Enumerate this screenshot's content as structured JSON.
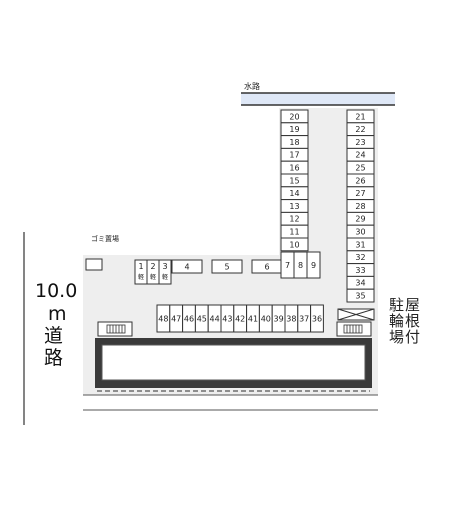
{
  "labels": {
    "waterway": "水路",
    "garbage": "ゴミ置場",
    "road_width": "10.0",
    "road_unit": "m",
    "road_chars": [
      "道",
      "路"
    ],
    "bike_parking_col1": [
      "駐",
      "輪",
      "場"
    ],
    "bike_parking_col2": [
      "屋",
      "根",
      "付"
    ]
  },
  "parking": {
    "column_left": [
      "20",
      "19",
      "18",
      "17",
      "16",
      "15",
      "14",
      "13",
      "12",
      "11",
      "10"
    ],
    "column_right": [
      "21",
      "22",
      "23",
      "24",
      "25",
      "26",
      "27",
      "28",
      "29",
      "30",
      "31",
      "32",
      "33",
      "34",
      "35"
    ],
    "small_spaces": [
      "1",
      "2",
      "3"
    ],
    "small_space_marks": [
      "軽",
      "軽",
      "軽"
    ],
    "row_spaces": [
      "4",
      "5",
      "6"
    ],
    "corner_spaces": [
      "7",
      "8",
      "9"
    ],
    "bottom_row": [
      "48",
      "47",
      "46",
      "45",
      "44",
      "43",
      "42",
      "41",
      "40",
      "39",
      "38",
      "37",
      "36"
    ]
  },
  "colors": {
    "lot": "#eeeeee",
    "waterway": "#dfe8f7",
    "outline": "#333333",
    "building": "#3a3a3a"
  }
}
